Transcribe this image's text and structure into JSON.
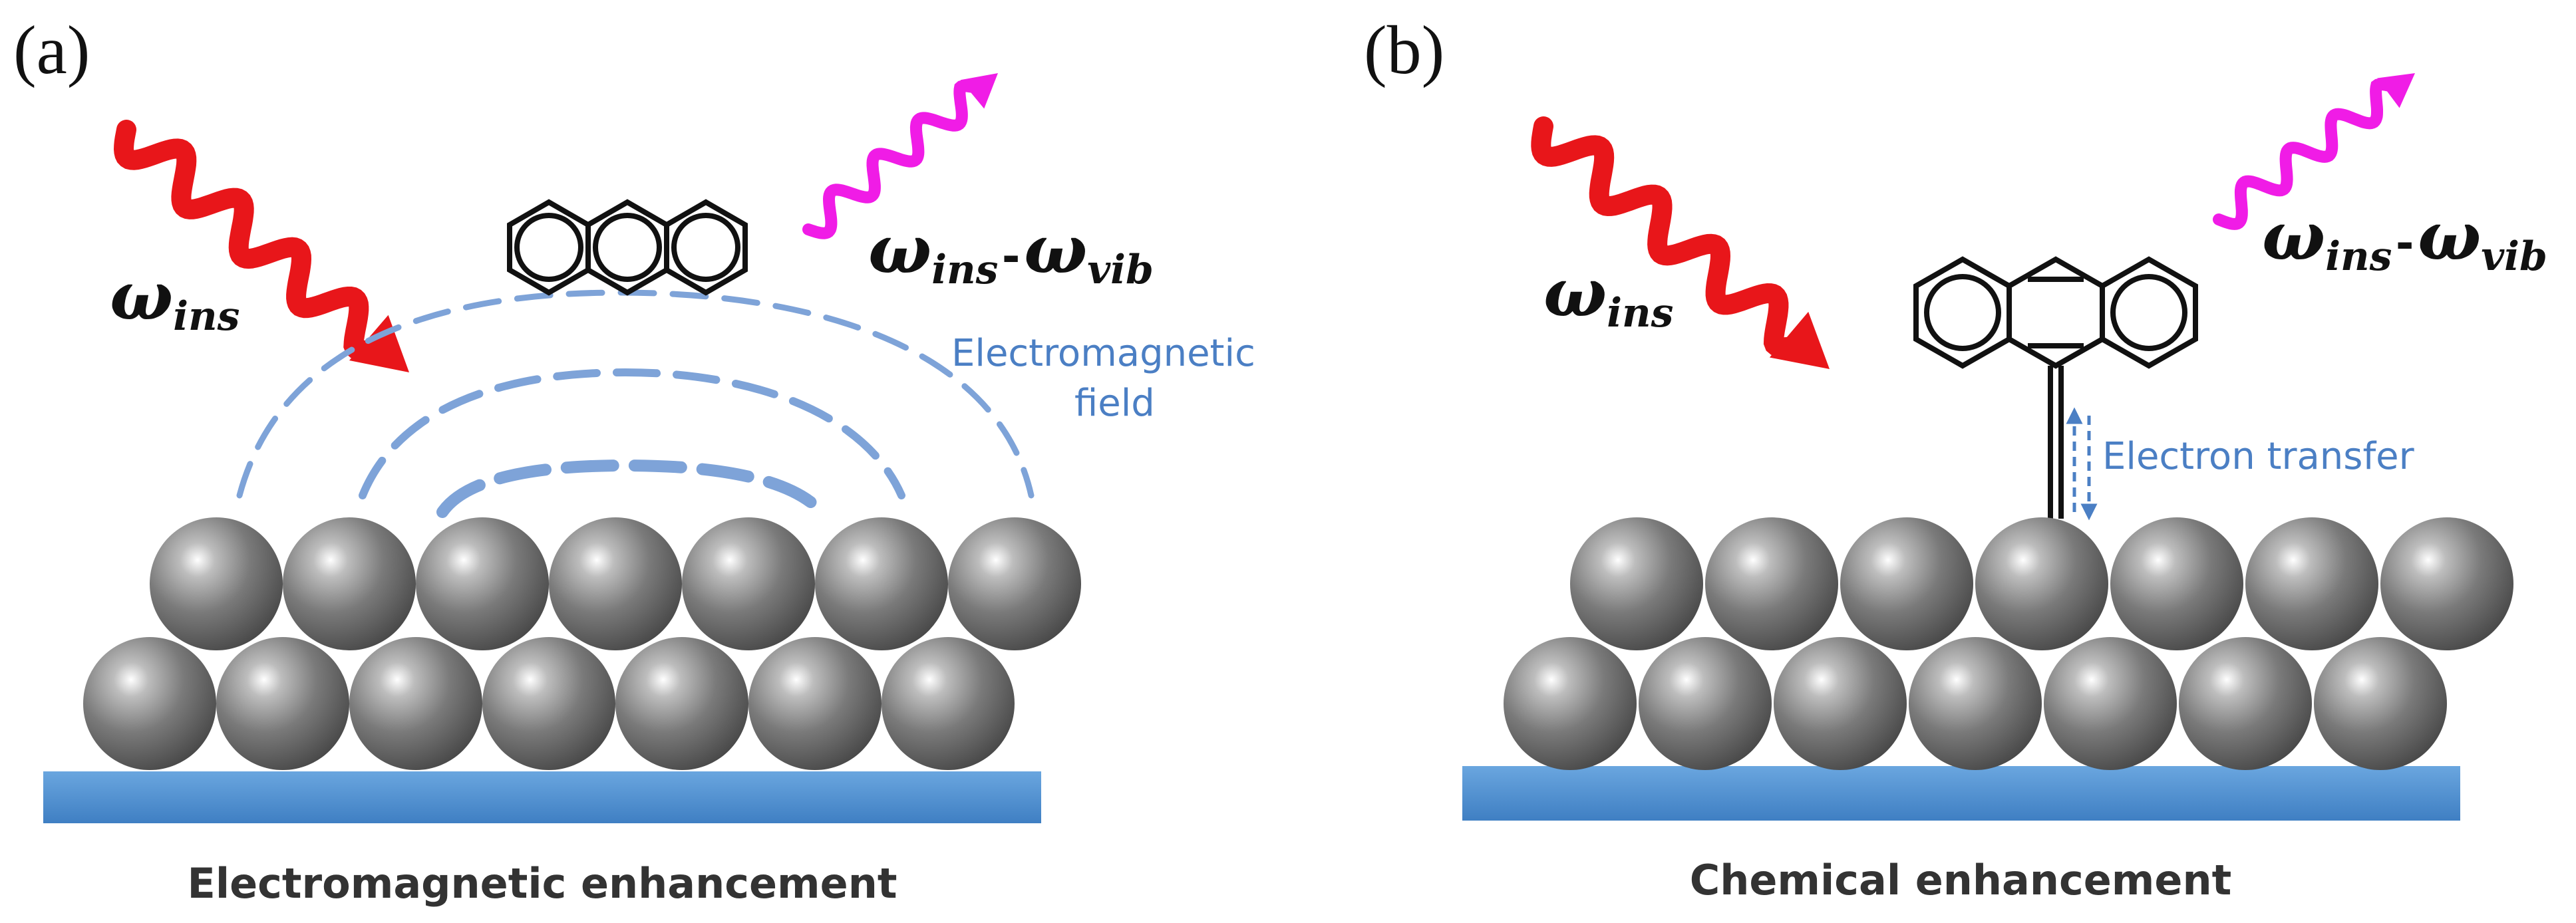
{
  "panels": [
    {
      "label": "(a)",
      "incident": "ω",
      "incident_sub": "ins",
      "scattered_a": "ω",
      "scattered_a_sub": "ins",
      "dash": "-",
      "scattered_b": "ω",
      "scattered_b_sub": "vib",
      "field_label_line1": "Electromagnetic",
      "field_label_line2": "field",
      "caption": "Electromagnetic enhancement"
    },
    {
      "label": "(b)",
      "incident": "ω",
      "incident_sub": "ins",
      "scattered_a": "ω",
      "scattered_a_sub": "ins",
      "dash": "-",
      "scattered_b": "ω",
      "scattered_b_sub": "vib",
      "transfer_label": "Electron transfer",
      "caption": "Chemical enhancement"
    }
  ],
  "colors": {
    "incident_wave": "#e8161a",
    "scattered_wave": "#f01ce6",
    "field_lines": "#7ea3d8",
    "substrate": "#4f8fd0",
    "sphere": "#6a6a6a",
    "transfer_arrows": "#4b7fc4"
  },
  "icons": [
    "wavy-arrow-incident",
    "wavy-arrow-scattered",
    "anthracene-molecule",
    "metal-nanoparticle",
    "substrate-bar"
  ]
}
